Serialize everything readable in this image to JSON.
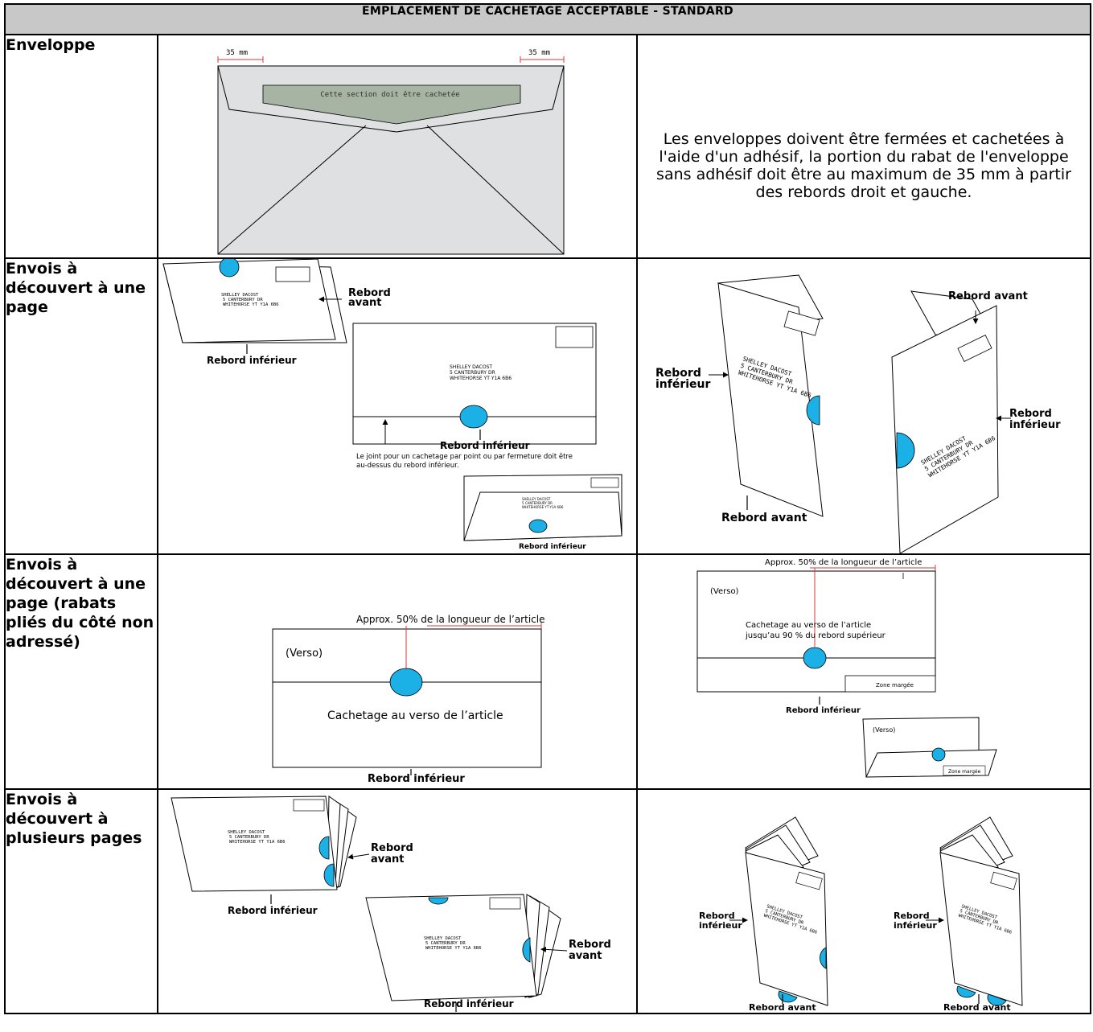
{
  "header": {
    "title": "EMPLACEMENT DE CACHETAGE ACCEPTABLE - STANDARD"
  },
  "rows": [
    {
      "label": "Enveloppe",
      "figure": {
        "dim_left": "35 mm",
        "dim_right": "35 mm",
        "seal_text": "Cette section doit être cachetée"
      },
      "description": "Les enveloppes doivent être fermées et cachetées à l'aide d'un adhésif, la portion du rabat de l'enveloppe sans adhésif doit être au maximum de 35 mm à partir des rebords droit et gauche."
    },
    {
      "label": "Envois à découvert à une page",
      "left": {
        "addr_mono": [
          "SHELLEY DACOST",
          "5 CANTERBURY DR",
          "WHITEHORSE YT  Y1A 6B6"
        ],
        "addr_sans": [
          "SHELLEY DACOST",
          "5 CANTERBURY DR",
          "WHITEHORSE YT Y1A 6B6"
        ],
        "rebord_avant_1": "Rebord",
        "rebord_avant_2": "avant",
        "rebord_inferieur": "Rebord inférieur",
        "note_1": "Le joint pour un cachetage par point ou par fermeture doit être",
        "note_2": "au-dessus du rebord inférieur."
      },
      "right": {
        "addr_mono": [
          "SHELLEY DACOST",
          "5 CANTERBURY DR",
          "WHITEHORSE YT  Y1A 6B6"
        ],
        "rebord_inferieur_1": "Rebord",
        "rebord_inferieur_2": "inférieur",
        "rebord_avant": "Rebord avant"
      }
    },
    {
      "label": "Envois à découvert à une page (rabats pliés du côté non adressé)",
      "left": {
        "approx": "Approx. 50% de la longueur de l’article",
        "verso": "(Verso)",
        "cachetage": "Cachetage au verso de l’article",
        "rebord_inferieur": "Rebord inférieur"
      },
      "right": {
        "approx": "Approx. 50% de la longueur de l’article",
        "verso": "(Verso)",
        "cachetage_1": "Cachetage au verso de l’article",
        "cachetage_2": "jusqu’au 90 % du rebord supérieur",
        "zone": "Zone margée",
        "rebord_inferieur": "Rebord inférieur"
      }
    },
    {
      "label": "Envois à découvert à plusieurs pages",
      "left": {
        "addr_mono": [
          "SHELLEY DACOST",
          "5 CANTERBURY DR",
          "WHITEHORSE YT  Y1A 6B6"
        ],
        "rebord_avant_1": "Rebord",
        "rebord_avant_2": "avant",
        "rebord_inferieur": "Rebord inférieur"
      },
      "right": {
        "addr_mono": [
          "SHELLEY DACOST",
          "5 CANTERBURY DR",
          "WHITEHORSE YT  Y1A 6B6"
        ],
        "rebord_inferieur_1": "Rebord",
        "rebord_inferieur_2": "inférieur",
        "rebord_avant": "Rebord avant"
      }
    }
  ],
  "colors": {
    "header_bg": "#c8c8c8",
    "seal": "#1bb0e6",
    "dimension": "#d43b3b",
    "flap_strip": "#a7b3a3",
    "envelope": "#dfe0e1"
  }
}
